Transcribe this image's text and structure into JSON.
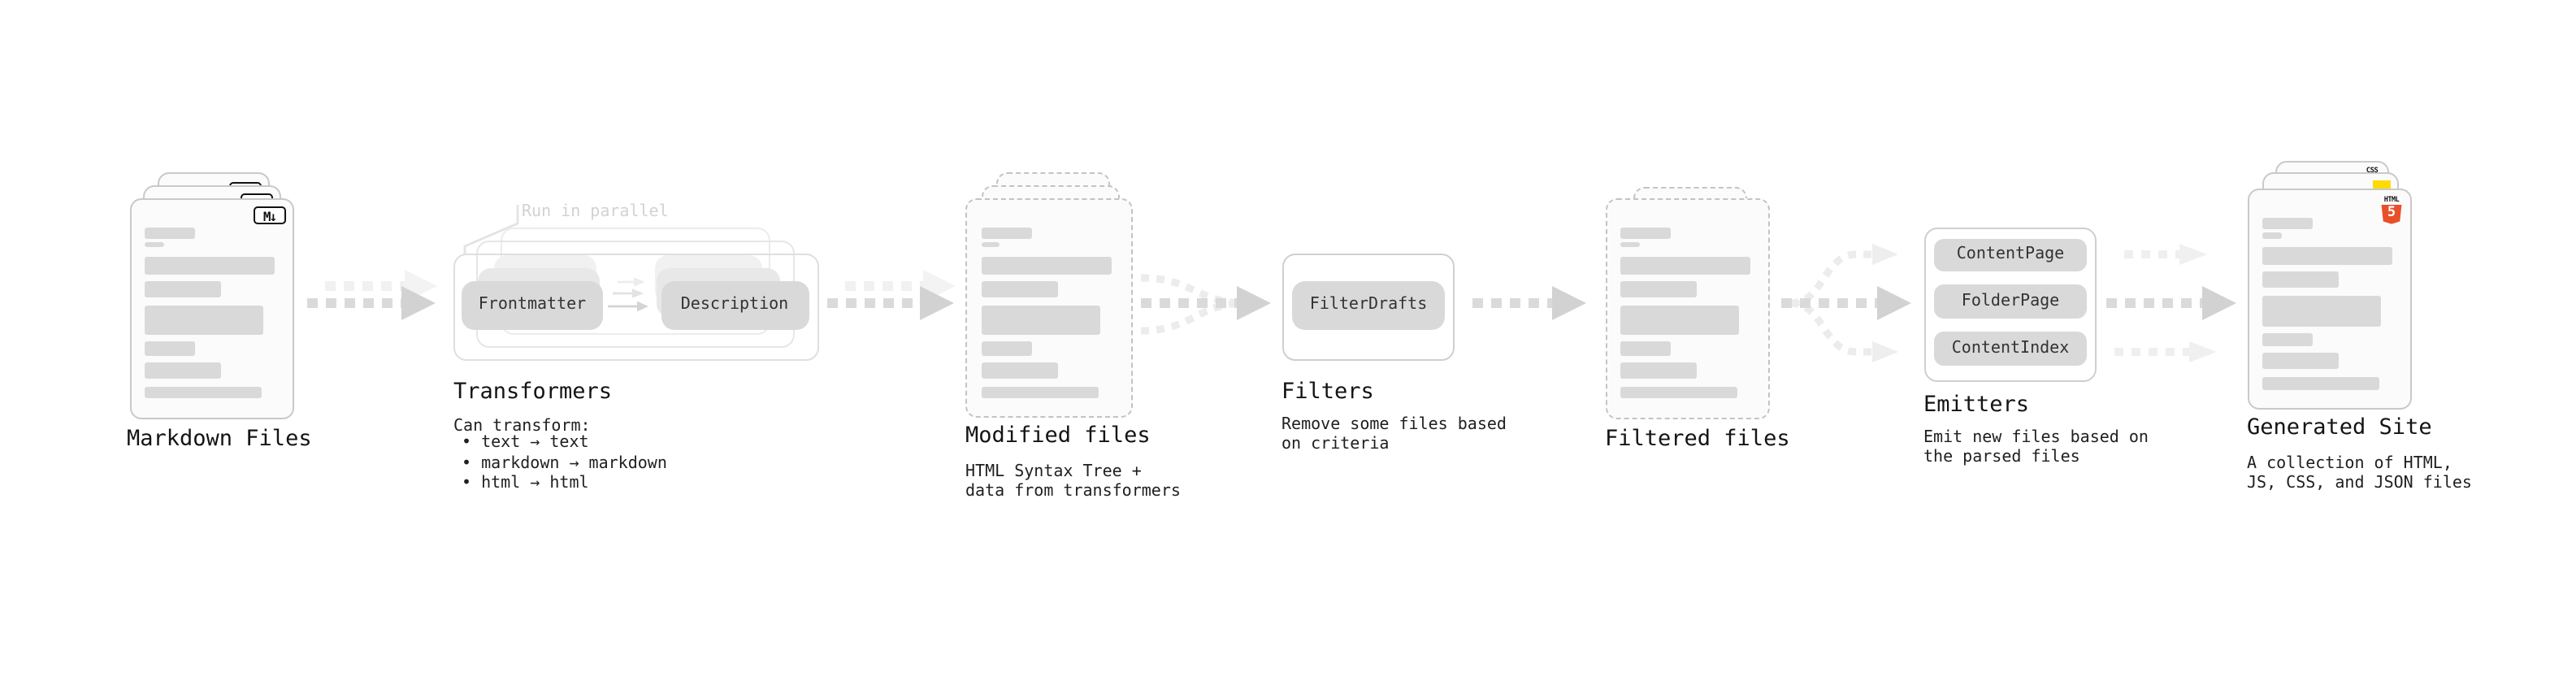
{
  "stages": {
    "markdown": {
      "title": "Markdown Files",
      "badge": "M↓"
    },
    "transformers": {
      "title": "Transformers",
      "annotation": "Run in parallel",
      "pills": [
        "Frontmatter",
        "Description"
      ],
      "desc_heading": "Can transform:",
      "bullets": [
        "• text → text",
        "• markdown → markdown",
        "• html → html"
      ]
    },
    "modified": {
      "title": "Modified files",
      "desc_lines": [
        "HTML Syntax Tree +",
        "data from transformers"
      ]
    },
    "filters": {
      "title": "Filters",
      "pills": [
        "FilterDrafts"
      ],
      "desc_lines": [
        "Remove some files based",
        "on criteria"
      ]
    },
    "filtered": {
      "title": "Filtered files"
    },
    "emitters": {
      "title": "Emitters",
      "pills": [
        "ContentPage",
        "FolderPage",
        "ContentIndex"
      ],
      "desc_lines": [
        "Emit new files based on",
        "the parsed files"
      ]
    },
    "generated": {
      "title": "Generated Site",
      "desc_lines": [
        "A collection of HTML,",
        "JS, CSS, and JSON files"
      ],
      "file_type_badges": {
        "css_label": "CSS",
        "html_label": "HTML",
        "html_shield_number": "5"
      }
    }
  },
  "colors": {
    "css_badge_blue": "#2965f1",
    "js_badge_yellow": "#ffdc00",
    "html5_orange": "#e8502a",
    "pill_gray": "#d9d9d9",
    "arrow_gray": "#d8d8d8",
    "annotation_gray": "#d2d2d2"
  }
}
